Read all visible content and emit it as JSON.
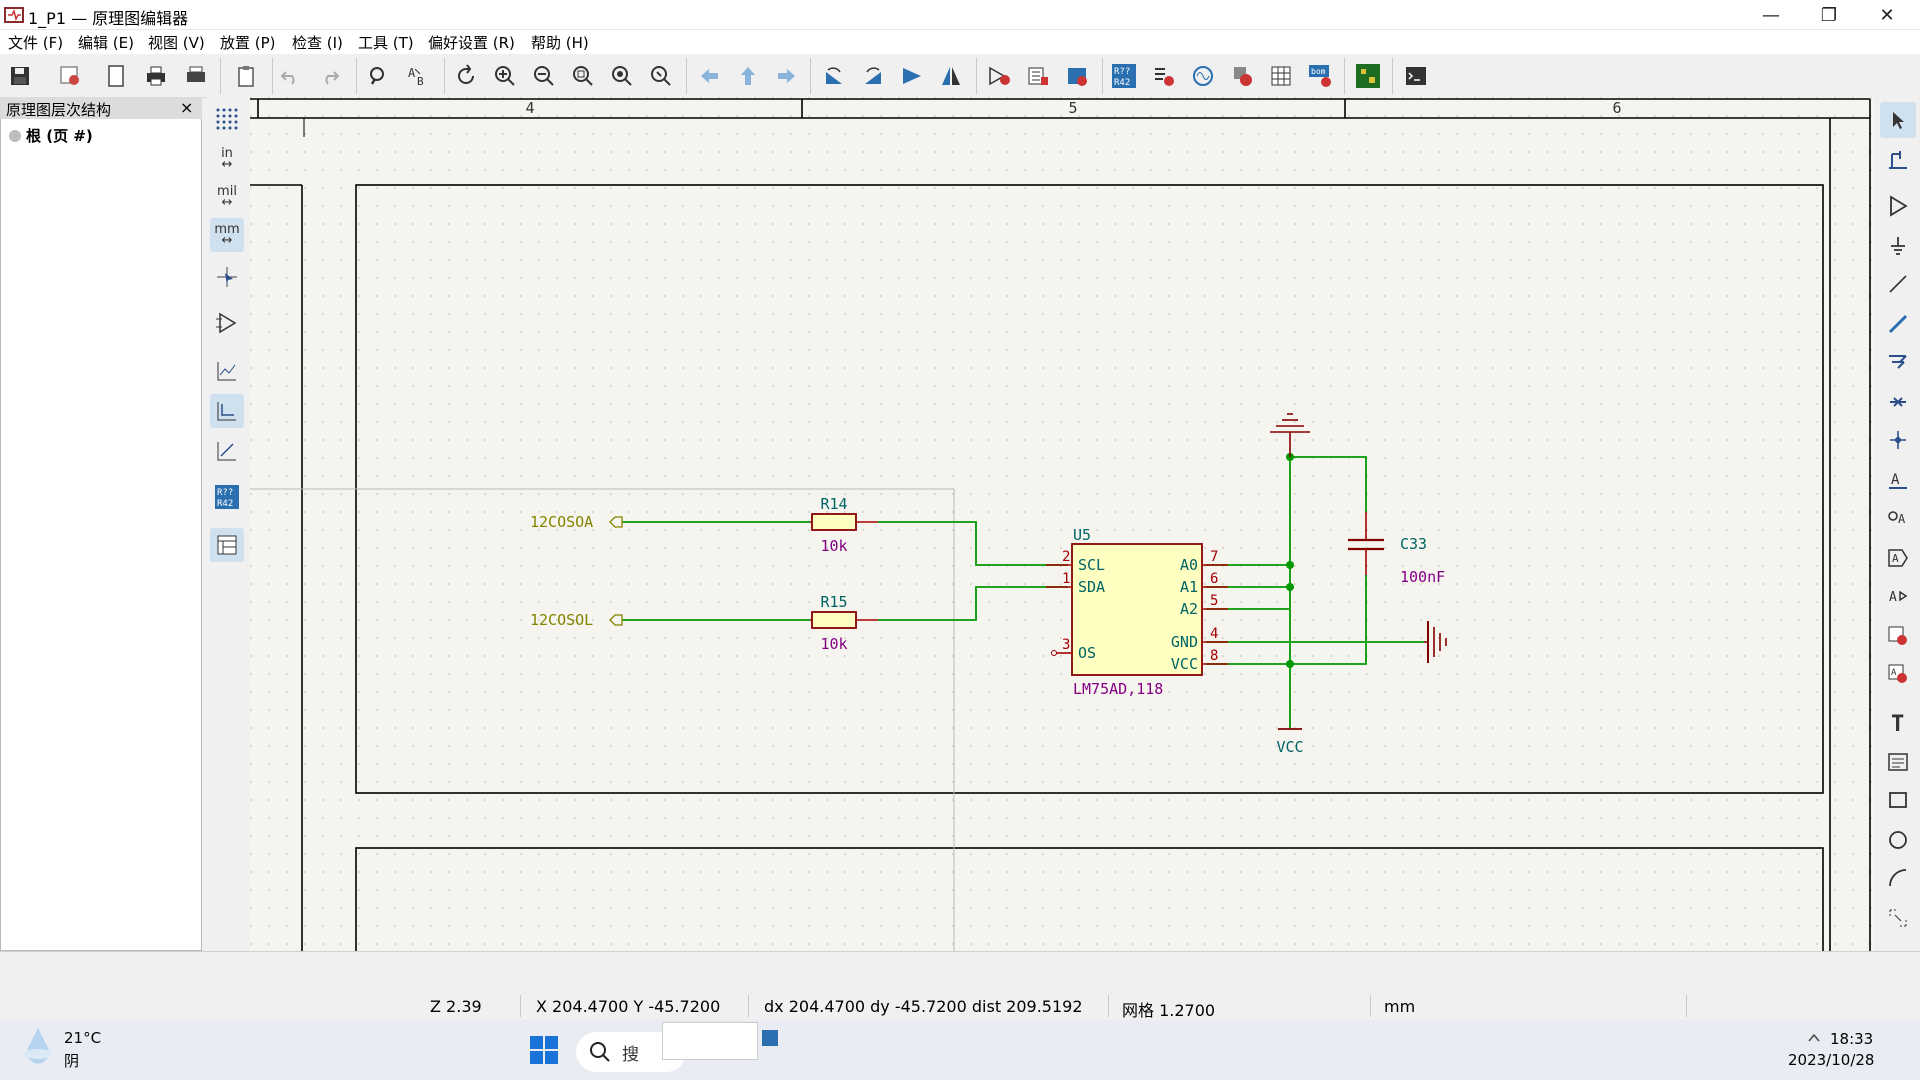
{
  "window": {
    "title": "1_P1 — 原理图编辑器",
    "controls": {
      "minimize": "—",
      "restore": "❐",
      "close": "✕"
    }
  },
  "menu": {
    "items": [
      "文件 (F)",
      "编辑 (E)",
      "视图 (V)",
      "放置 (P)",
      "检查 (I)",
      "工具 (T)",
      "偏好设置 (R)",
      "帮助 (H)"
    ]
  },
  "toolbar": {
    "icons": [
      "save-icon",
      "schematic-setup-icon",
      "page-settings-icon",
      "print-icon",
      "plot-icon",
      "paste-icon",
      "undo-icon",
      "redo-icon",
      "find-icon",
      "find-replace-icon",
      "refresh-icon",
      "zoom-in-icon",
      "zoom-out-icon",
      "zoom-fit-icon",
      "zoom-objects-icon",
      "zoom-selection-icon",
      "navigate-back-icon",
      "navigate-up-icon",
      "navigate-forward-icon",
      "rotate-ccw-icon",
      "rotate-cw-icon",
      "mirror-v-icon",
      "mirror-h-icon",
      "symbol-editor-icon",
      "symbol-browser-icon",
      "footprint-assign-icon",
      "annotate-icon",
      "erc-icon",
      "simulator-icon",
      "netlist-icon",
      "bom-icon",
      "bom-export-icon",
      "pcb-editor-icon",
      "scripting-console-icon"
    ]
  },
  "hierarchy": {
    "title": "原理图层次结构",
    "close": "×",
    "root": "根 (页 #)"
  },
  "left_tools": {
    "units_in": "in",
    "units_mil": "mil",
    "units_mm": "mm",
    "annotate_label": "R??\nR42"
  },
  "schematic": {
    "colors": {
      "wire": "#009900",
      "pin": "#a50000",
      "body": "#840000",
      "ref": "#006464",
      "value": "#840084",
      "label": "#848400",
      "sheet_border": "#840000",
      "frame": "#000000",
      "background": "#f5f4ef"
    },
    "frame_columns": [
      "4",
      "5",
      "6"
    ],
    "labels": {
      "l1": "12COSOA",
      "l2": "12COSOL"
    },
    "r14": {
      "ref": "R14",
      "value": "10k"
    },
    "r15": {
      "ref": "R15",
      "value": "10k"
    },
    "u5": {
      "ref": "U5",
      "value": "LM75AD,118",
      "left_pins": [
        {
          "num": "2",
          "name": "SCL"
        },
        {
          "num": "1",
          "name": "SDA"
        },
        {
          "num": "3",
          "name": "OS"
        }
      ],
      "right_pins": [
        {
          "num": "7",
          "name": "A0"
        },
        {
          "num": "6",
          "name": "A1"
        },
        {
          "num": "5",
          "name": "A2"
        },
        {
          "num": "4",
          "name": "GND"
        },
        {
          "num": "8",
          "name": "VCC"
        }
      ]
    },
    "c33": {
      "ref": "C33",
      "value": "100nF"
    },
    "vcc": "VCC"
  },
  "status": {
    "zoom": "Z 2.39",
    "xy": "X 204.4700  Y -45.7200",
    "delta": "dx 204.4700  dy -45.7200  dist 209.5192",
    "grid": "网格 1.2700",
    "units": "mm"
  },
  "taskbar": {
    "temp": "21°C",
    "condition": "阴",
    "search_placeholder": "搜",
    "time": "18:33",
    "date": "2023/10/28"
  }
}
